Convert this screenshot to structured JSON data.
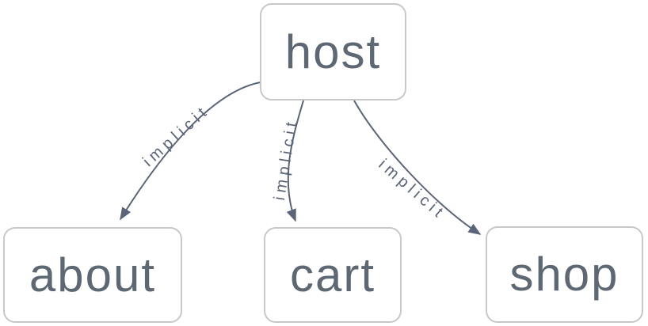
{
  "diagram": {
    "type": "graph",
    "background": "#ffffff",
    "nodes": [
      {
        "id": "host",
        "label": "host"
      },
      {
        "id": "about",
        "label": "about"
      },
      {
        "id": "cart",
        "label": "cart"
      },
      {
        "id": "shop",
        "label": "shop"
      }
    ],
    "edges": [
      {
        "from": "host",
        "to": "about",
        "label": "implicit"
      },
      {
        "from": "host",
        "to": "cart",
        "label": "implicit"
      },
      {
        "from": "host",
        "to": "shop",
        "label": "implicit"
      }
    ],
    "colors": {
      "node_border": "#c6c8ca",
      "node_fill": "#ffffff",
      "node_text": "#5e6873",
      "edge": "#5b6577",
      "edge_label": "#5b6577",
      "arrowhead": "#5b6577"
    }
  }
}
